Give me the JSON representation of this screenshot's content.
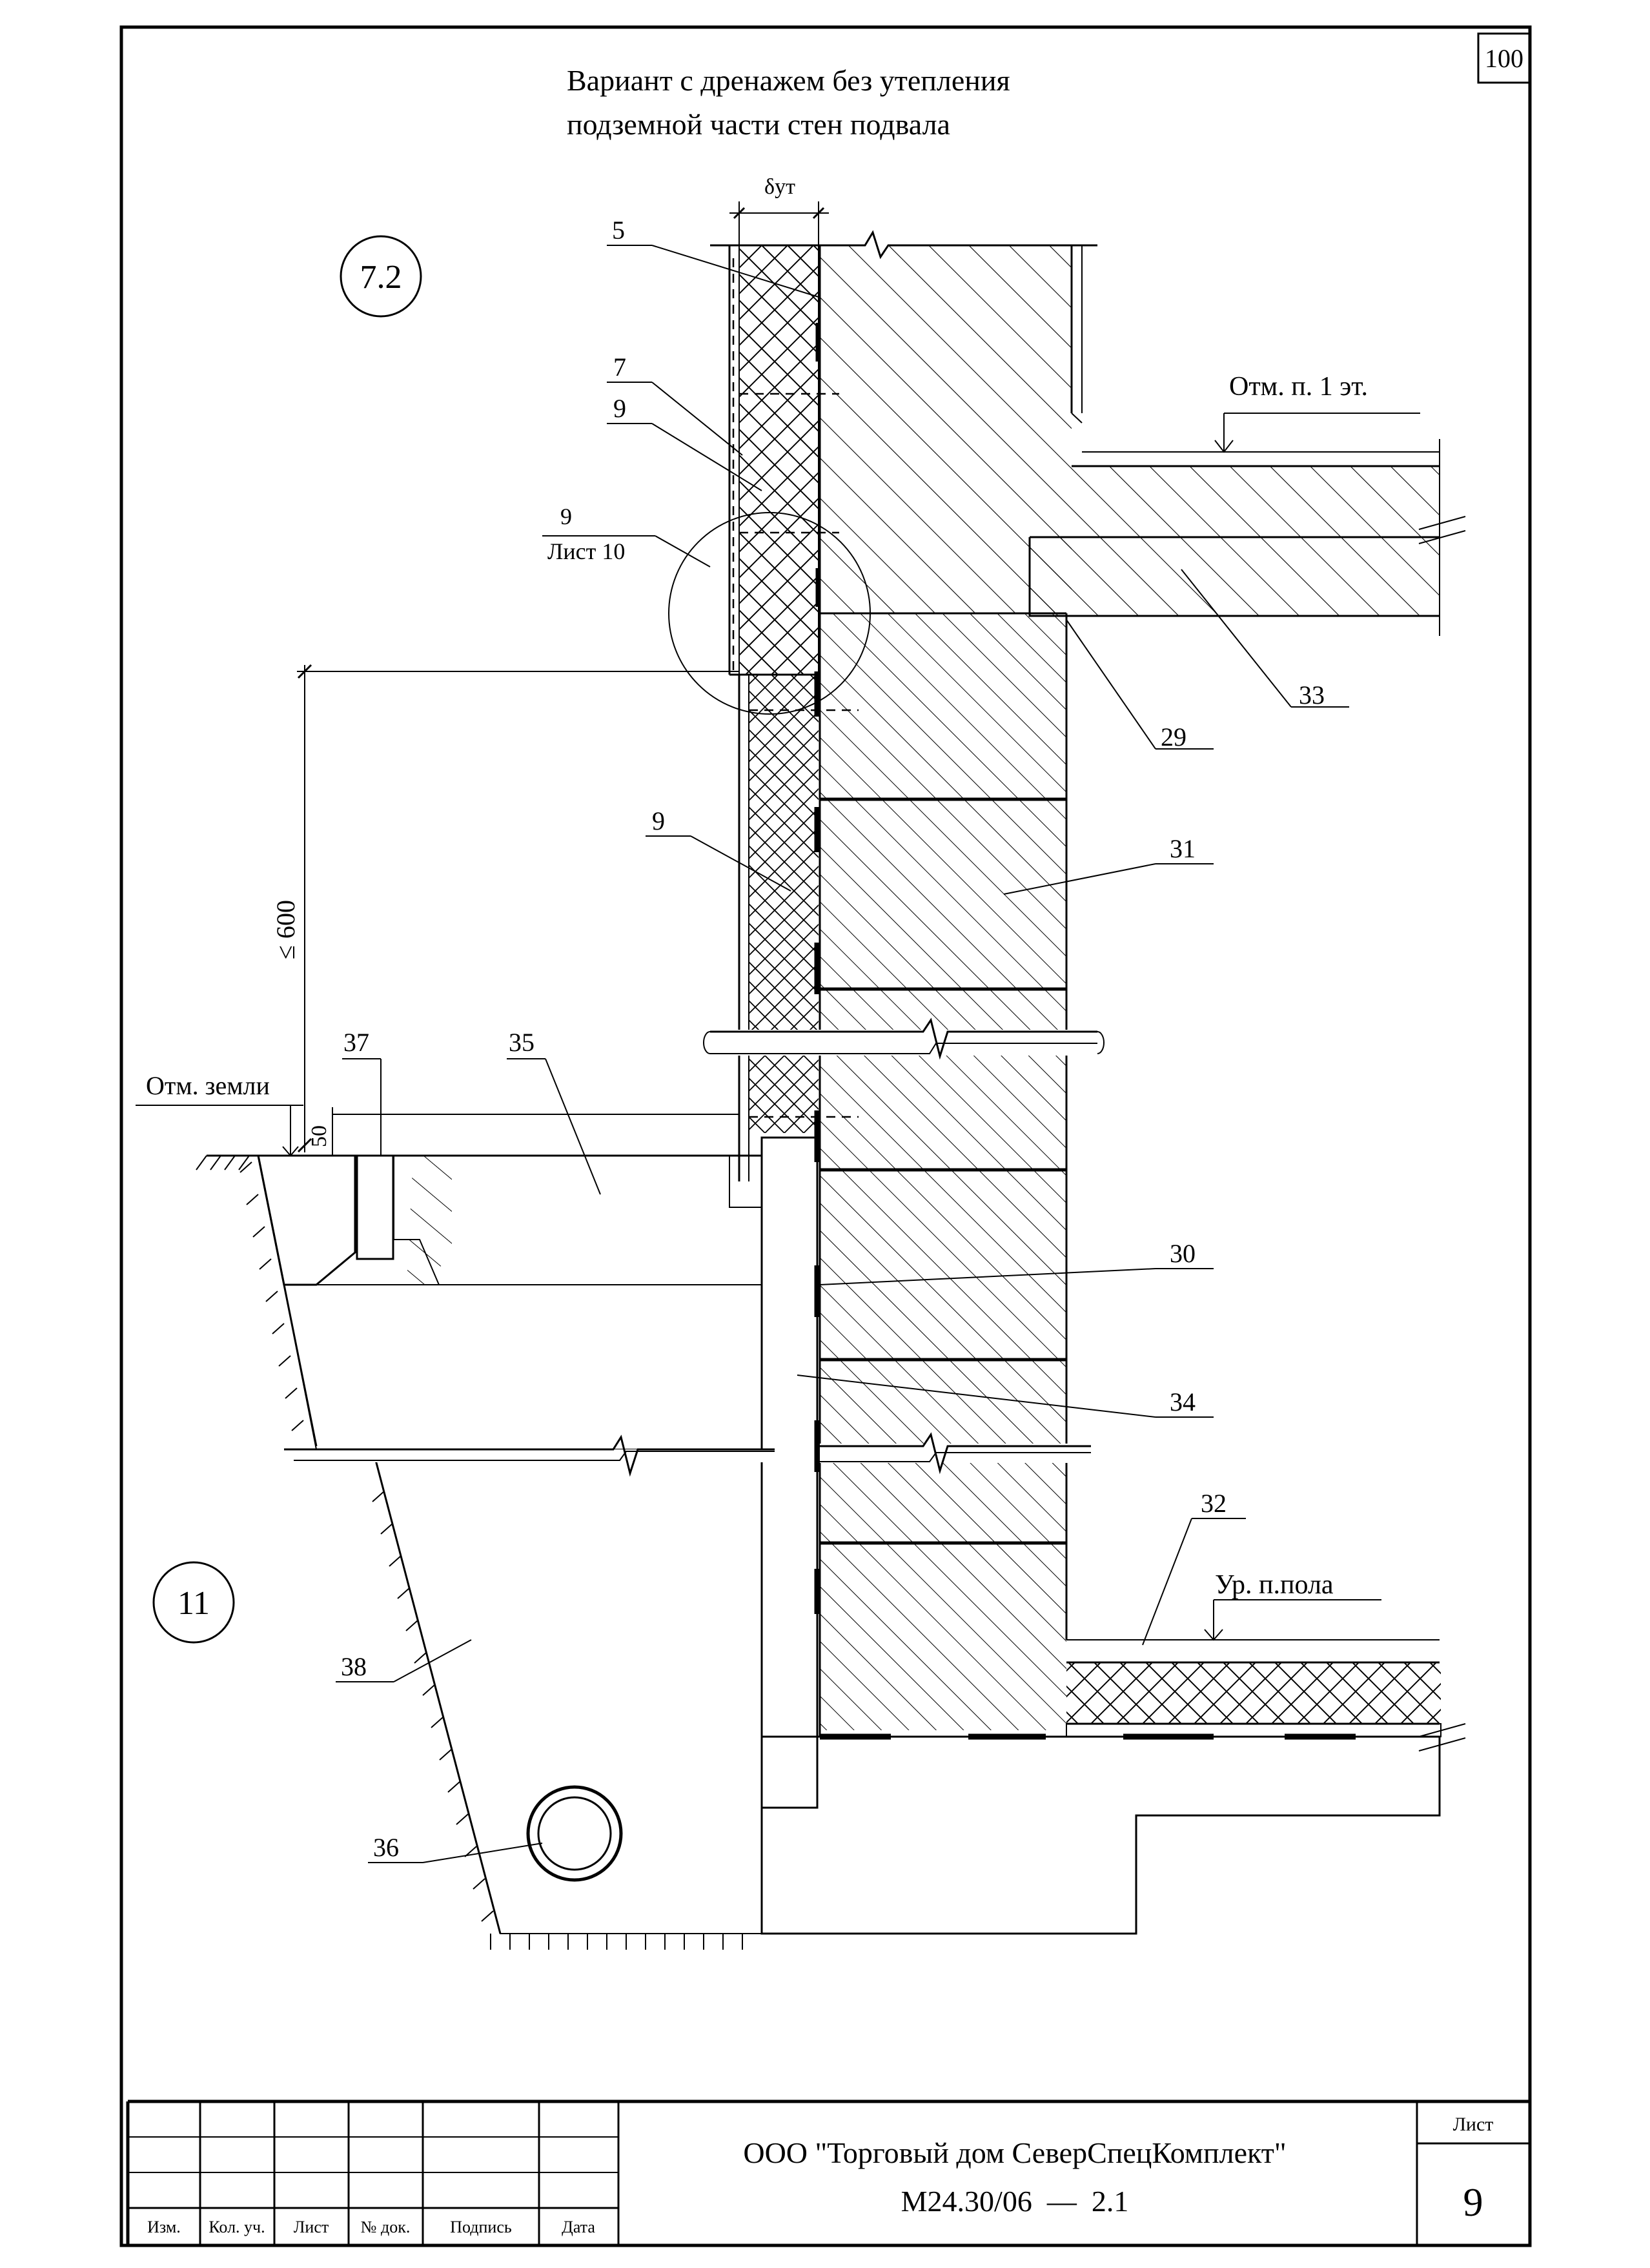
{
  "sheet_number_top": "100",
  "title": {
    "line1": "Вариант с дренажем без утепления",
    "line2": "подземной части стен подвала"
  },
  "detail_marks": {
    "upper": "7.2",
    "lower": "11"
  },
  "dimension_labels": {
    "insulation_thickness": "δут",
    "max_height": "≤ 600",
    "offset": "50"
  },
  "level_marks": {
    "floor_1": "Отм. п. 1 эт.",
    "ground": "Отм. земли",
    "basement_floor": "Ур. п.пола"
  },
  "reference": {
    "num": "9",
    "sheet": "Лист 10"
  },
  "callouts": {
    "c5": "5",
    "c7": "7",
    "c9a": "9",
    "c9b": "9",
    "c33": "33",
    "c29": "29",
    "c31": "31",
    "c37": "37",
    "c35": "35",
    "c30": "30",
    "c34": "34",
    "c32": "32",
    "c38": "38",
    "c36": "36"
  },
  "title_block": {
    "headers": [
      "Изм.",
      "Кол. уч.",
      "Лист",
      "№ док.",
      "Подпись",
      "Дата"
    ],
    "company": "ООО \"Торговый дом СеверСпецКомплект\"",
    "code": "М24.30/06  —  2.1",
    "sheet_label": "Лист",
    "sheet_value": "9"
  }
}
